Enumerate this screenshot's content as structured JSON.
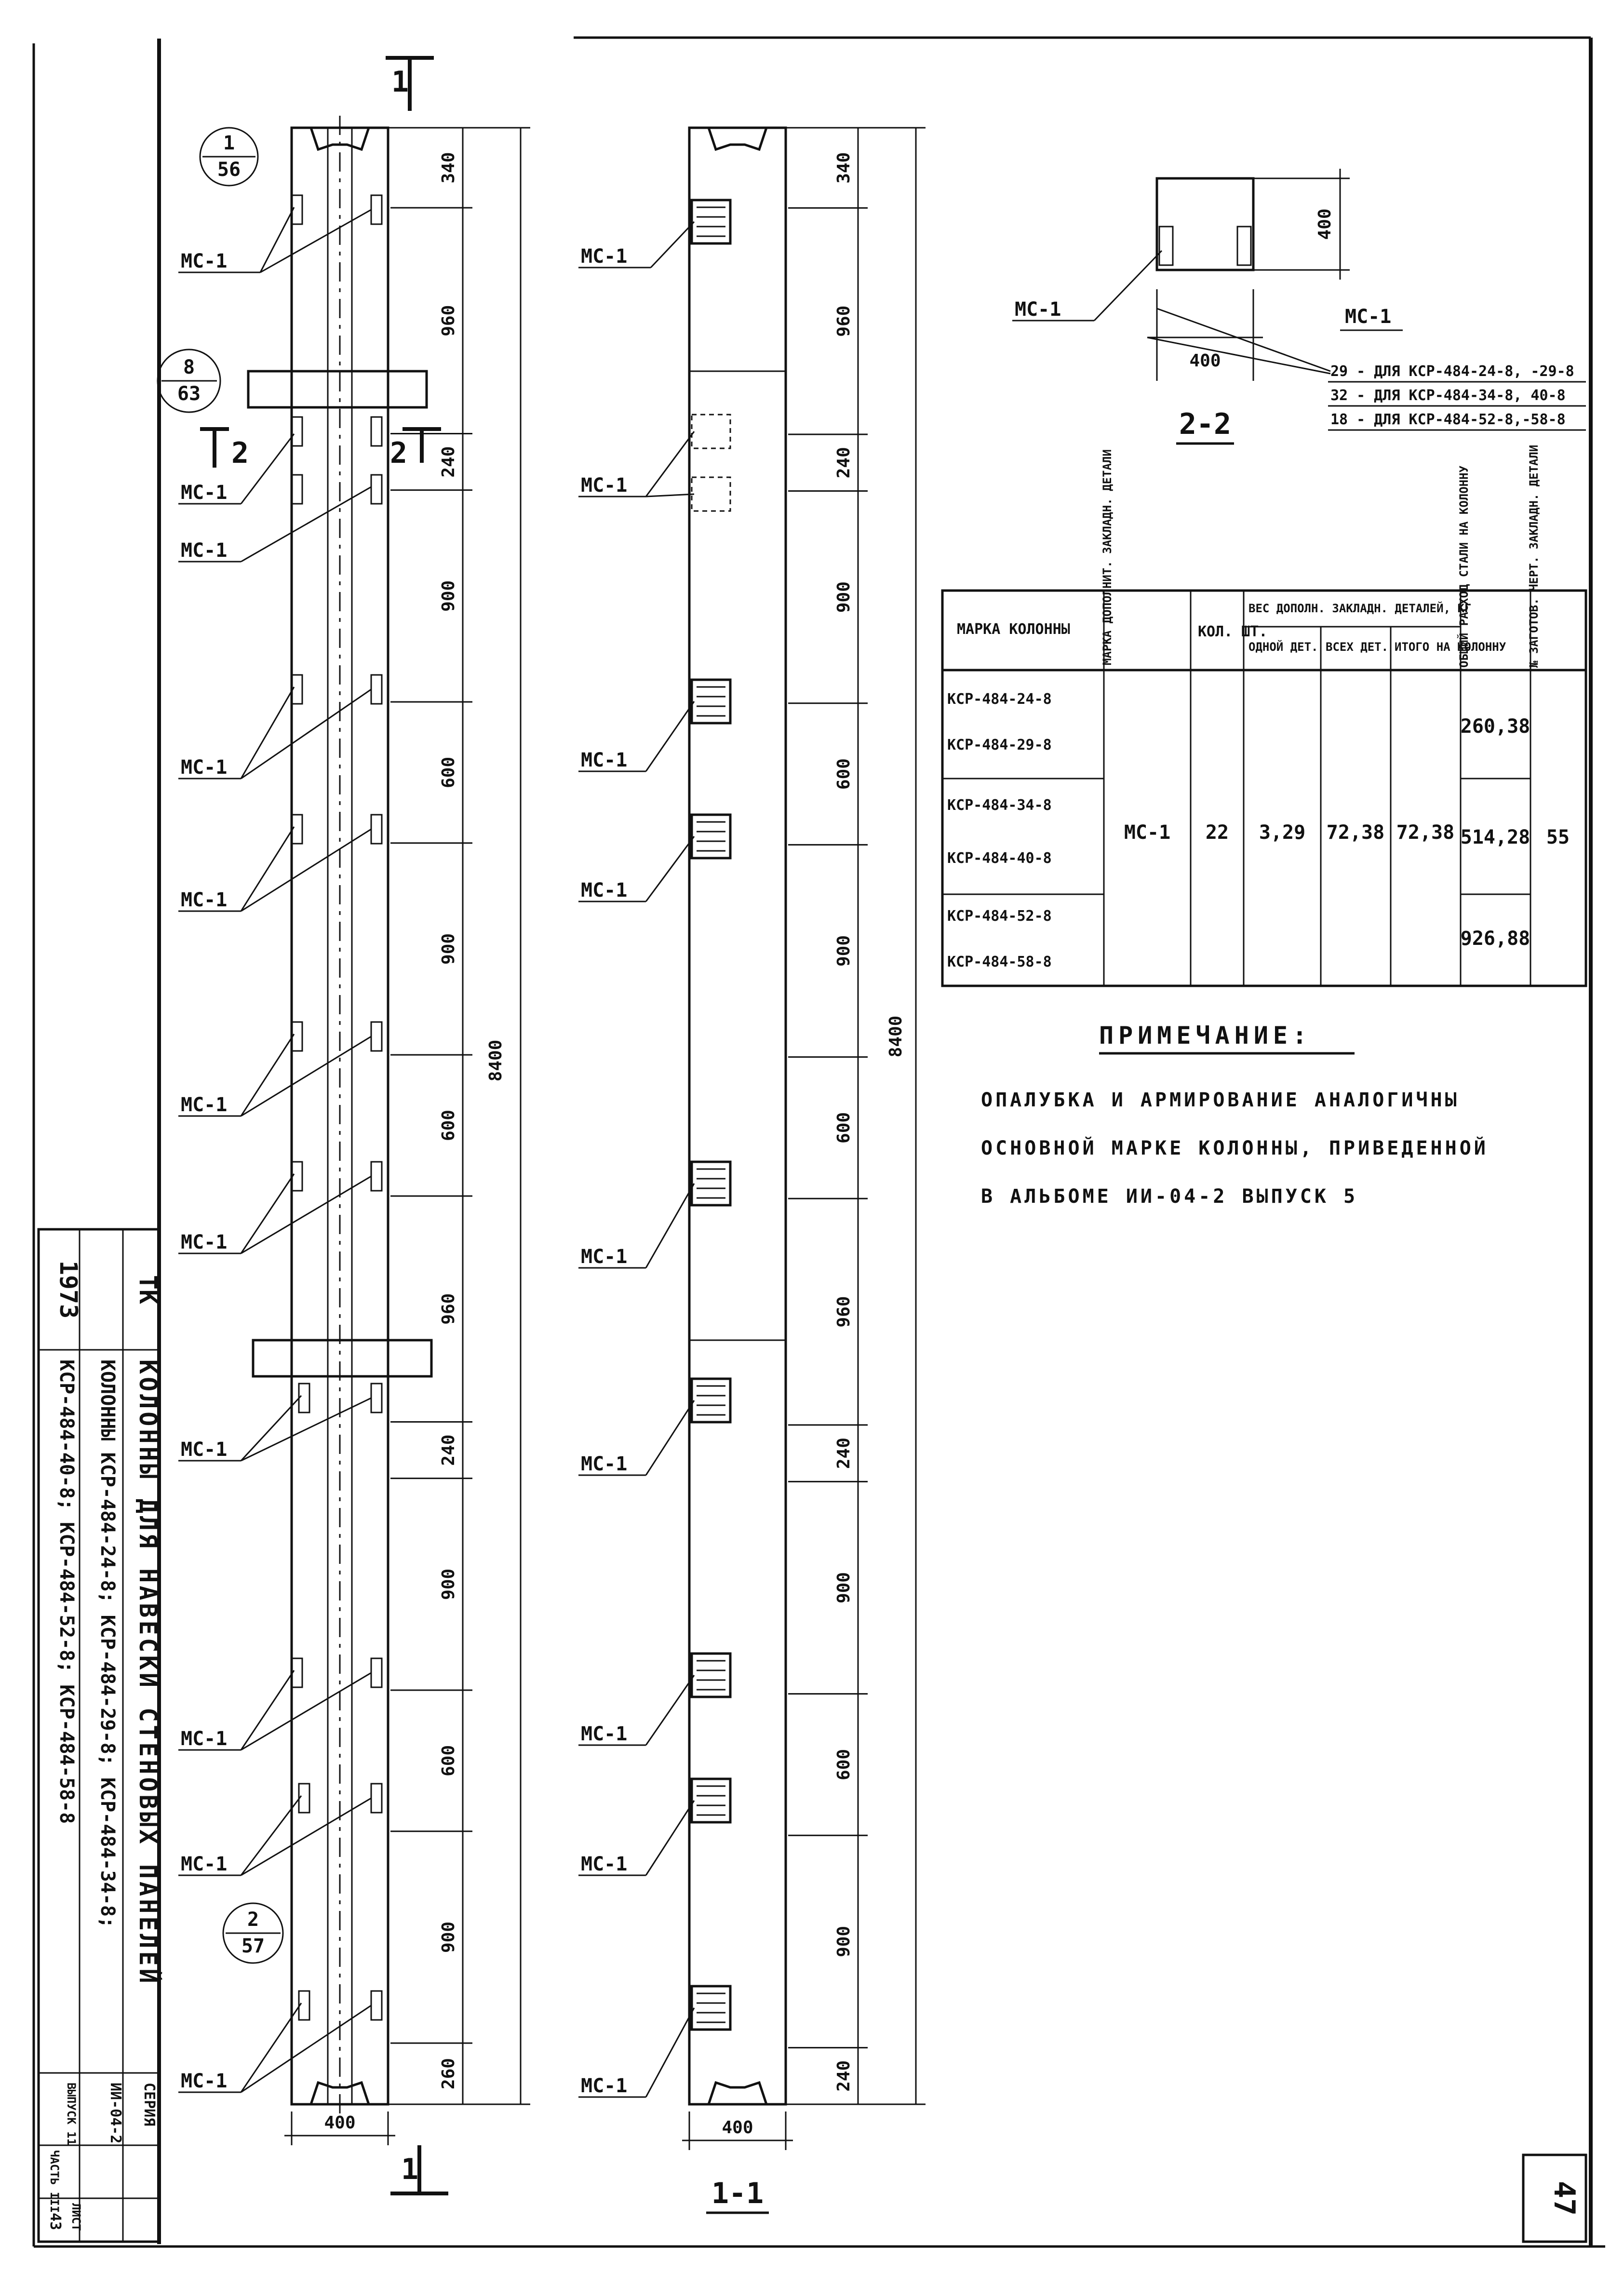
{
  "sheet_number": "47",
  "callouts": {
    "detail_1_56": {
      "top": "1",
      "bottom": "56"
    },
    "detail_8_63": {
      "top": "8",
      "bottom": "63"
    },
    "detail_2_57": {
      "top": "2",
      "bottom": "57"
    }
  },
  "section_marks": {
    "one": "1",
    "two": "2",
    "view_1_1": "1-1",
    "view_2_2": "2-2"
  },
  "embedded_part_label": "МС-1",
  "left_column": {
    "segment_dims": [
      "340",
      "960",
      "240",
      "900",
      "600",
      "900",
      "600",
      "960",
      "240",
      "900",
      "600",
      "900",
      "260"
    ],
    "total_height": "8400",
    "width": "400"
  },
  "right_column": {
    "segment_dims": [
      "340",
      "960",
      "240",
      "900",
      "600",
      "900",
      "600",
      "960",
      "240",
      "900",
      "600",
      "900",
      "240"
    ],
    "total_height": "8400",
    "width": "400"
  },
  "section_2_2": {
    "height_dim": "400",
    "width_dim": "400",
    "part_label": "МС-1",
    "qty_lines": [
      "29 - ДЛЯ КСР-484-24-8, -29-8",
      "32 - ДЛЯ КСР-484-34-8, 40-8",
      "18 - ДЛЯ КСР-484-52-8,-58-8"
    ]
  },
  "spec_table": {
    "headers": {
      "mark": "МАРКА КОЛОННЫ",
      "part_mark": "МАРКА ДОПОЛНИТ. ЗАКЛАДН. ДЕТАЛИ",
      "qty": "КОЛ. ШТ.",
      "weight_group": "ВЕС ДОПОЛН. ЗАКЛАДН. ДЕТАЛЕЙ, КГ",
      "one": "ОДНОЙ ДЕТ.",
      "all": "ВСЕХ ДЕТ.",
      "total": "ИТОГО НА КОЛОННУ",
      "steel": "ОБЩИЙ РАСХОД СТАЛИ НА КОЛОННУ",
      "sheet_ref": "№ ЗАГОТОВ. ЧЕРТ. ЗАКЛАДН. ДЕТАЛИ"
    },
    "column_marks": [
      "КСР-484-24-8",
      "КСР-484-29-8",
      "КСР-484-34-8",
      "КСР-484-40-8",
      "КСР-484-52-8",
      "КСР-484-58-8"
    ],
    "part_mark": "МС-1",
    "qty": "22",
    "one_weight": "3,29",
    "all_weight": "72,38",
    "total_weight": "72,38",
    "steel_totals": [
      "260,38",
      "514,28",
      "926,88"
    ],
    "sheet_ref": "55"
  },
  "note": {
    "title": "ПРИМЕЧАНИЕ:",
    "lines": [
      "ОПАЛУБКА И АРМИРОВАНИЕ АНАЛОГИЧНЫ",
      "ОСНОВНОЙ МАРКЕ КОЛОННЫ, ПРИВЕДЕННОЙ",
      "В АЛЬБОМЕ  ИИ-04-2  ВЫПУСК 5"
    ]
  },
  "title_block": {
    "year": "1973",
    "org": "ТК",
    "title_line1": "КОЛОННЫ ДЛЯ НАВЕСКИ СТЕНОВЫХ ПАНЕЛЕЙ",
    "title_line2": "КОЛОННЫ КСР-484-24-8; КСР-484-29-8; КСР-484-34-8;",
    "title_line3": "КСР-484-40-8; КСР-484-52-8; КСР-484-58-8",
    "series_label": "СЕРИЯ",
    "series_value": "ИИ-04-2",
    "issue": "ВЫПУСК 11",
    "part": "ЧАСТЬ III",
    "sheet_label": "ЛИСТ",
    "sheet_value": "43"
  }
}
